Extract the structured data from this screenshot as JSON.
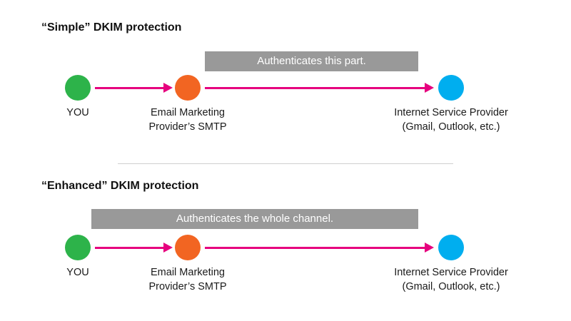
{
  "colors": {
    "you_node": "#2db34a",
    "smtp_node": "#f26522",
    "isp_node": "#00aeef",
    "arrow": "#e6007e",
    "banner_bg": "#999999"
  },
  "sections": [
    {
      "title": "“Simple” DKIM protection",
      "banner": "Authenticates this part.",
      "nodes": {
        "you": "YOU",
        "smtp_line1": "Email Marketing",
        "smtp_line2": "Provider’s SMTP",
        "isp_line1": "Internet Service Provider",
        "isp_line2": "(Gmail, Outlook, etc.)"
      }
    },
    {
      "title": "“Enhanced” DKIM protection",
      "banner": "Authenticates the whole channel.",
      "nodes": {
        "you": "YOU",
        "smtp_line1": "Email Marketing",
        "smtp_line2": "Provider’s SMTP",
        "isp_line1": "Internet Service Provider",
        "isp_line2": "(Gmail, Outlook, etc.)"
      }
    }
  ]
}
